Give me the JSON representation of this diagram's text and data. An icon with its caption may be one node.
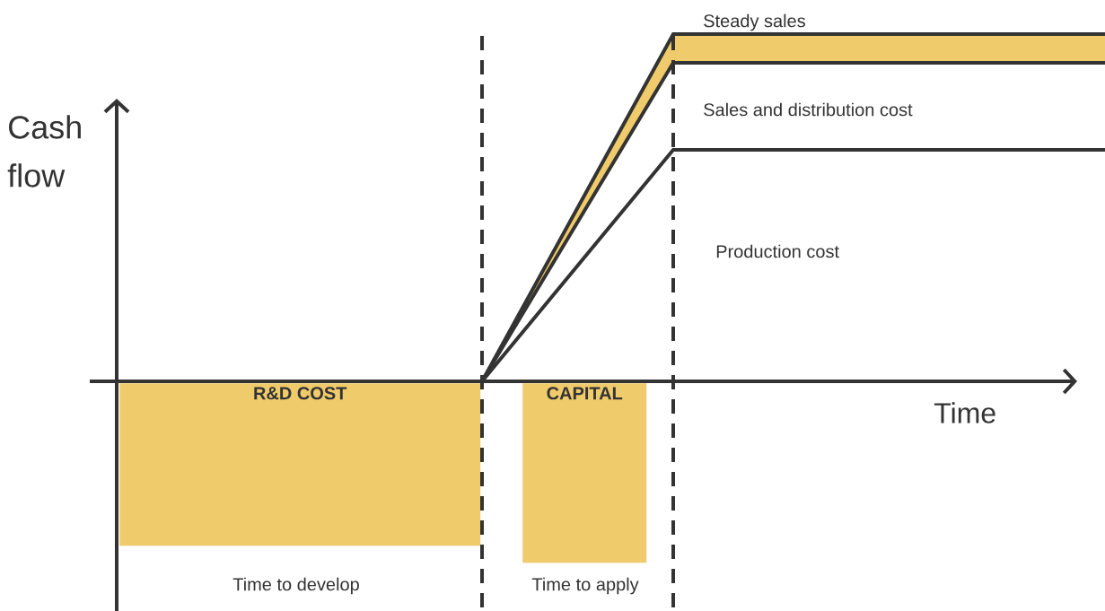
{
  "diagram": {
    "nodes": [
      {
        "text": [
          "R&D COST"
        ]
      },
      {
        "text": [
          "CAPITAL"
        ]
      }
    ],
    "labels": [
      "Steady sales",
      "Sales and distribution cost",
      "Cash flow",
      "Production cost",
      "Time",
      "Time to develop",
      "Time to apply"
    ]
  }
}
